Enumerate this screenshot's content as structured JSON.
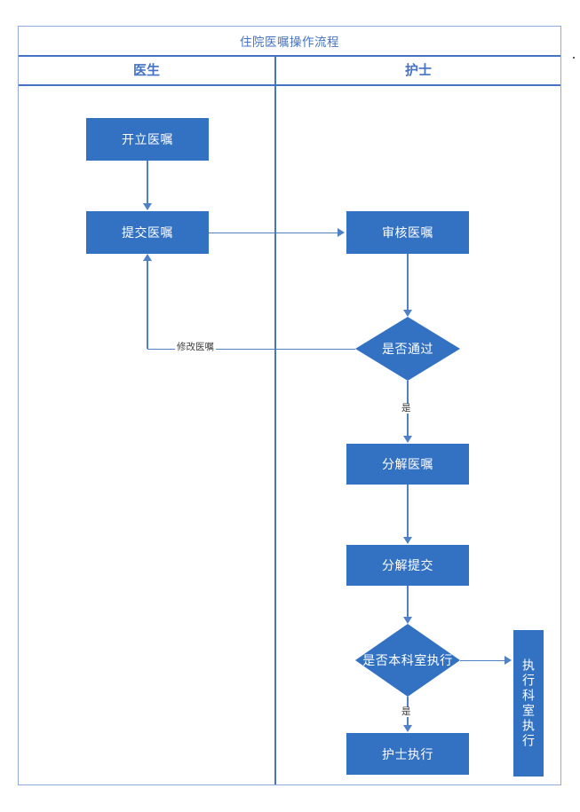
{
  "diagram": {
    "title": "住院医嘱操作流程",
    "lanes": [
      {
        "id": "doctor",
        "label": "医生"
      },
      {
        "id": "nurse",
        "label": "护士"
      }
    ],
    "nodes": [
      {
        "id": "create-order",
        "label": "开立医嘱",
        "type": "process",
        "lane": "doctor"
      },
      {
        "id": "submit-order",
        "label": "提交医嘱",
        "type": "process",
        "lane": "doctor"
      },
      {
        "id": "review-order",
        "label": "审核医嘱",
        "type": "process",
        "lane": "nurse"
      },
      {
        "id": "approved",
        "label": "是否通过",
        "type": "decision",
        "lane": "nurse"
      },
      {
        "id": "split-order",
        "label": "分解医嘱",
        "type": "process",
        "lane": "nurse"
      },
      {
        "id": "split-submit",
        "label": "分解提交",
        "type": "process",
        "lane": "nurse"
      },
      {
        "id": "own-dept-execute",
        "label": "是否本科室执行",
        "type": "decision",
        "lane": "nurse"
      },
      {
        "id": "nurse-execute",
        "label": "护士执行",
        "type": "process",
        "lane": "nurse"
      },
      {
        "id": "dept-execute",
        "label": "执行科室执行",
        "type": "process",
        "lane": "nurse",
        "orientation": "vertical"
      }
    ],
    "edges": [
      {
        "id": "e-create-submit",
        "from": "create-order",
        "to": "submit-order",
        "label": ""
      },
      {
        "id": "e-submit-review",
        "from": "submit-order",
        "to": "review-order",
        "label": ""
      },
      {
        "id": "e-review-approved",
        "from": "review-order",
        "to": "approved",
        "label": ""
      },
      {
        "id": "e-approved-yes",
        "from": "approved",
        "to": "split-order",
        "label": "是"
      },
      {
        "id": "e-approved-modify",
        "from": "approved",
        "to": "submit-order",
        "label": "修改医嘱"
      },
      {
        "id": "e-split-submit",
        "from": "split-order",
        "to": "split-submit",
        "label": ""
      },
      {
        "id": "e-submit-owndept",
        "from": "split-submit",
        "to": "own-dept-execute",
        "label": ""
      },
      {
        "id": "e-owndept-yes",
        "from": "own-dept-execute",
        "to": "nurse-execute",
        "label": "是"
      },
      {
        "id": "e-owndept-other",
        "from": "own-dept-execute",
        "to": "dept-execute",
        "label": ""
      }
    ],
    "colors": {
      "node_fill": "#3371C3",
      "node_text": "#FFFFFF",
      "frame_border": "#8FAADC",
      "lane_rule": "#4472C4",
      "header_text": "#4472C4",
      "connector": "#4F81C7",
      "edge_label_text": "#404040",
      "background": "#FFFFFF"
    }
  }
}
